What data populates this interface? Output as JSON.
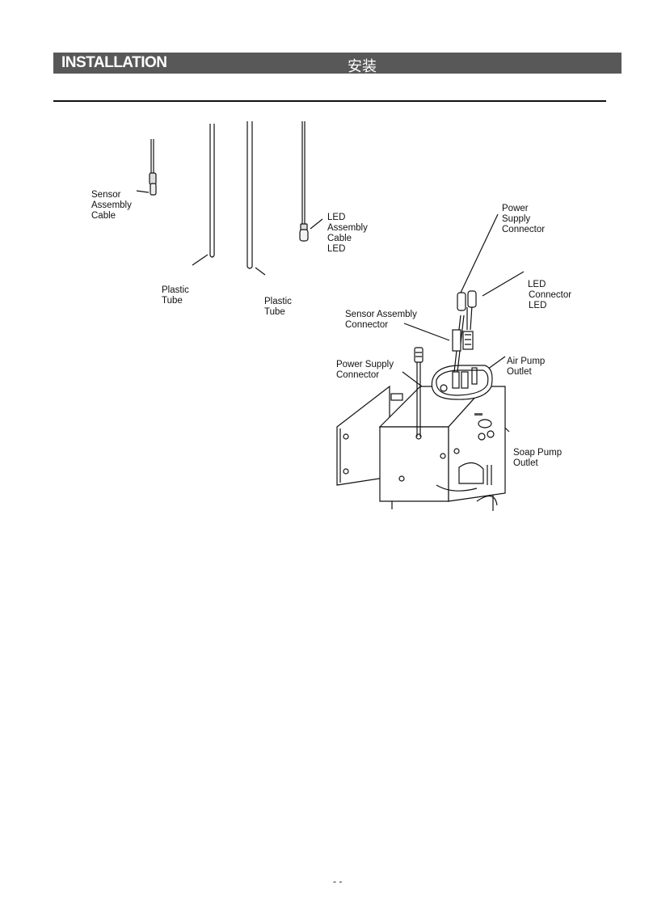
{
  "header": {
    "title": "INSTALLATION",
    "title_cn": "安装"
  },
  "labels": {
    "sensor_assembly_cable": [
      "Sensor",
      "Assembly",
      "Cable"
    ],
    "plastic_tube_1": [
      "Plastic",
      "Tube"
    ],
    "plastic_tube_2": [
      "Plastic",
      "Tube"
    ],
    "led_assembly_cable": [
      "LED",
      "Assembly",
      "Cable",
      "LED"
    ],
    "power_supply_connector_top": [
      "Power",
      "Supply",
      "Connector"
    ],
    "led_connector": [
      "LED",
      "Connector",
      "LED"
    ],
    "sensor_assembly_connector": [
      "Sensor Assembly",
      "Connector"
    ],
    "power_supply_connector_left": [
      "Power Supply",
      "Connector"
    ],
    "air_pump_outlet": [
      "Air Pump",
      "Outlet"
    ],
    "soap_pump_outlet": [
      "Soap Pump",
      "Outlet"
    ]
  },
  "footer": {
    "page_number": "- -"
  }
}
